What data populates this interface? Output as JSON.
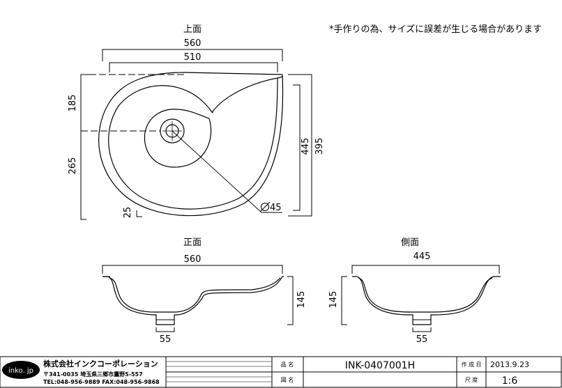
{
  "note": "*手作りの為、サイズに誤差が生じる場合があります",
  "views": {
    "top": {
      "label": "上面",
      "dim_width_outer": "560",
      "dim_width_inner": "510",
      "dim_upper": "185",
      "dim_lower": "265",
      "dim_height_445": "445",
      "dim_height_395": "395",
      "dim_rim": "25",
      "dim_drain": "45"
    },
    "front": {
      "label": "正面",
      "dim_width": "560",
      "dim_height": "145",
      "dim_drain": "55"
    },
    "side": {
      "label": "側面",
      "dim_width": "445",
      "dim_height": "145",
      "dim_drain": "55"
    }
  },
  "title_block": {
    "logo_text": "inko. jp",
    "company": "株式会社インクコーポレーション",
    "address": "〒341-0035 埼玉県三郷市鷹野5-557",
    "tel_fax": "TEL:048-956-9889  FAX:048-956-9868",
    "product_label": "品 名",
    "product_value": "INK-0407001H",
    "drawing_label": "図 名",
    "drawing_value": "",
    "created_label": "作 成 日",
    "created_value": "2013.9.23",
    "scale_label": "尺 度",
    "scale_value": "1:6"
  }
}
